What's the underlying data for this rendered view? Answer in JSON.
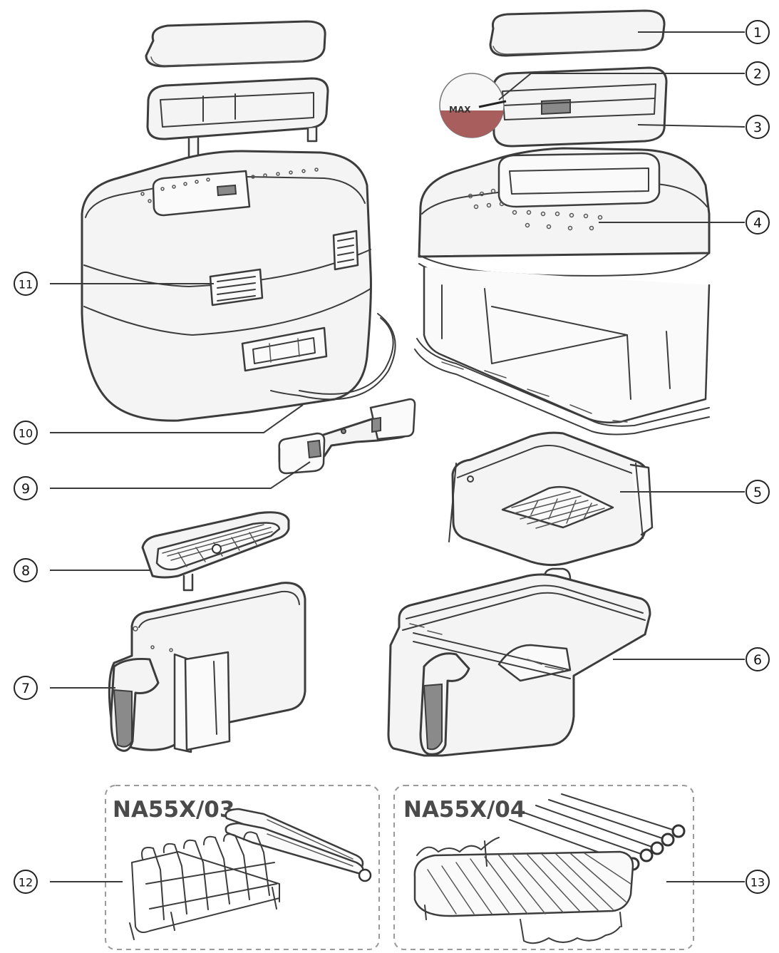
{
  "callouts": [
    {
      "id": "1",
      "label": "1"
    },
    {
      "id": "2",
      "label": "2"
    },
    {
      "id": "3",
      "label": "3"
    },
    {
      "id": "4",
      "label": "4"
    },
    {
      "id": "5",
      "label": "5"
    },
    {
      "id": "6",
      "label": "6"
    },
    {
      "id": "7",
      "label": "7"
    },
    {
      "id": "8",
      "label": "8"
    },
    {
      "id": "9",
      "label": "9"
    },
    {
      "id": "10",
      "label": "10"
    },
    {
      "id": "11",
      "label": "11"
    },
    {
      "id": "12",
      "label": "12"
    },
    {
      "id": "13",
      "label": "13"
    }
  ],
  "max_label": "MAX",
  "accessory_boxes": [
    {
      "model": "NA55X/03"
    },
    {
      "model": "NA55X/04"
    }
  ]
}
